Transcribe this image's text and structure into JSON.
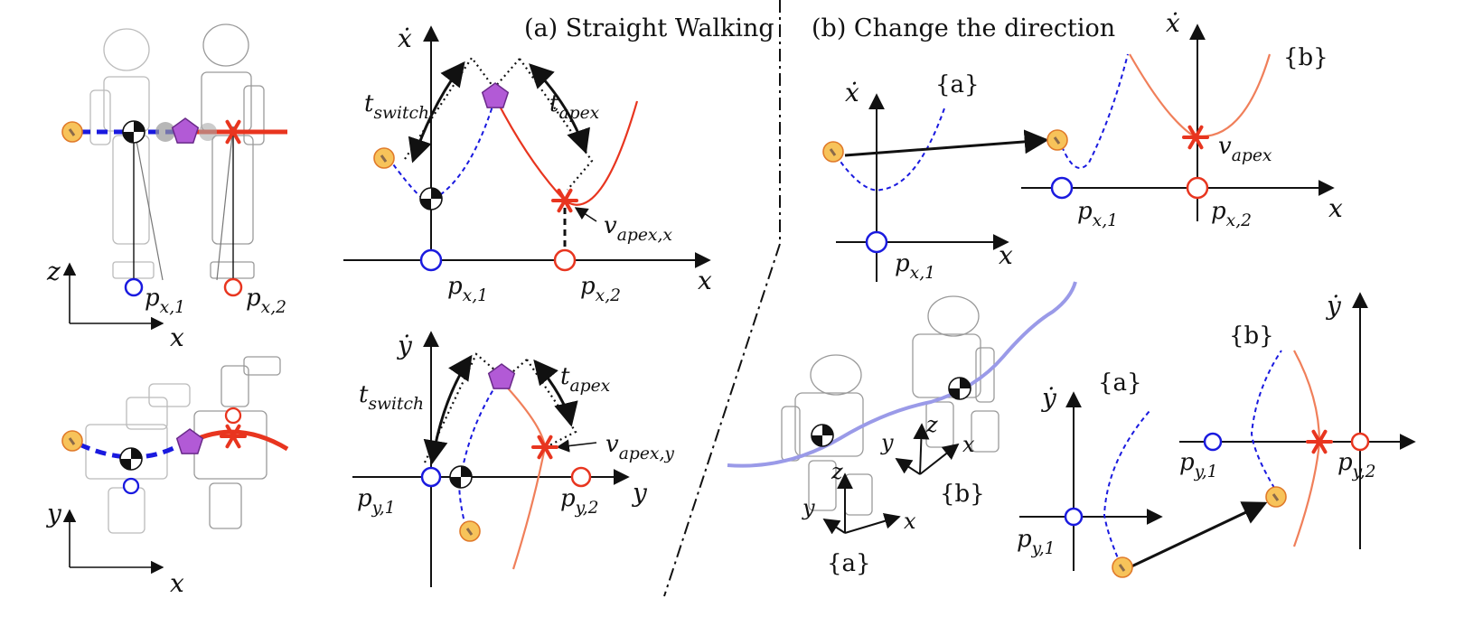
{
  "panels": {
    "a": {
      "caption": "(a) Straight Walking"
    },
    "b": {
      "caption": "(b) Change the direction"
    }
  },
  "axes": {
    "z": "z",
    "x": "x",
    "y": "y",
    "xdot": "ẋ",
    "ydot": "ẏ"
  },
  "labels": {
    "p": "p",
    "v": "v",
    "t": "t",
    "sub_x1": "x,1",
    "sub_x2": "x,2",
    "sub_y1": "y,1",
    "sub_y2": "y,2",
    "sub_switch": "switch",
    "sub_apex": "apex",
    "sub_apex_x": "apex,x",
    "sub_apex_y": "apex,y",
    "frame_a": "{a}",
    "frame_b": "{b}"
  },
  "colors": {
    "blue": "#1a1adf",
    "red": "#e8351f",
    "salmon": "#f07f5a",
    "purple": "#b25ad6",
    "orange": "#f7c35a",
    "lavender": "#9a9ae8",
    "robot": "#9a9a9a"
  }
}
